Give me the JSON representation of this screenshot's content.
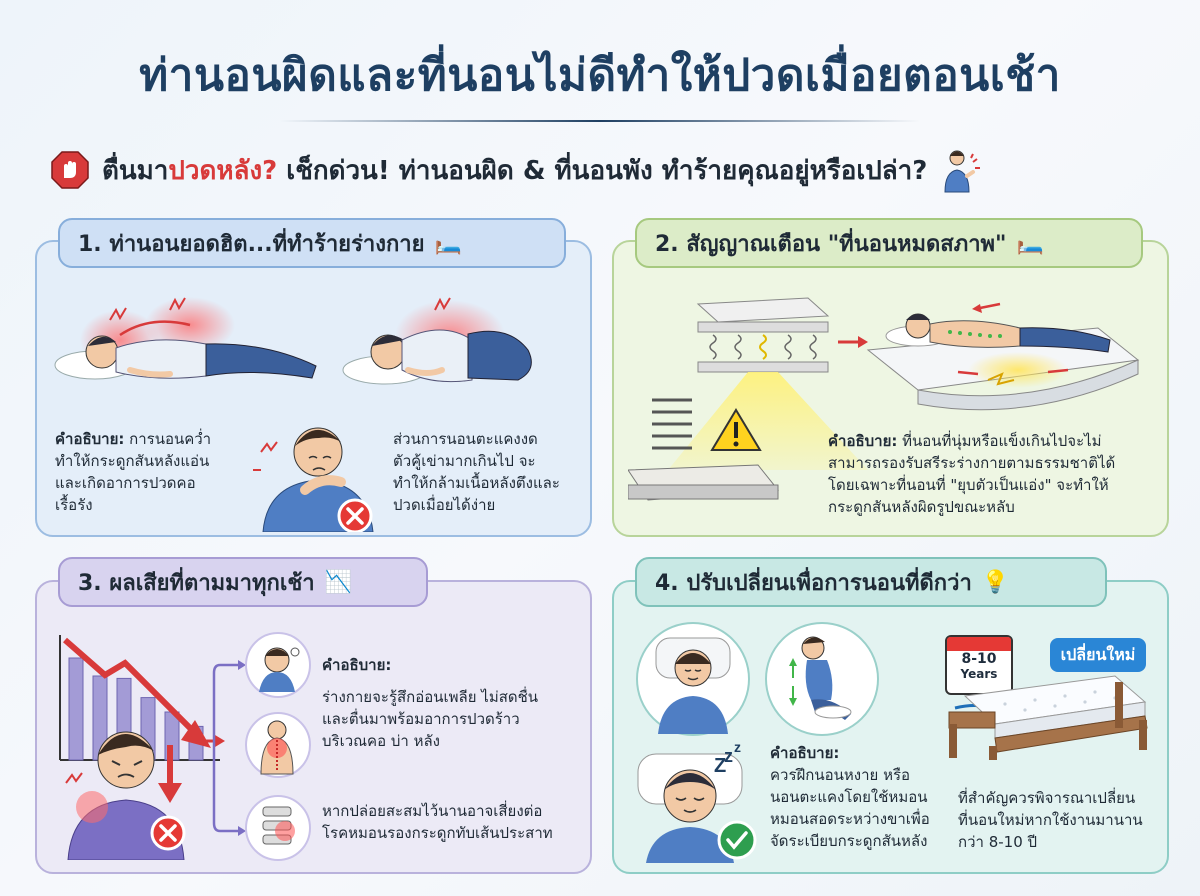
{
  "header": {
    "title": "ท่านอนผิดและที่นอนไม่ดีทำให้ปวดเมื่อยตอนเช้า",
    "subtitle_part1": "ตื่นมา",
    "subtitle_red": "ปวดหลัง?",
    "subtitle_part2": " เช็กด่วน! ท่านอนผิด & ที่นอนพัง ทำร้ายคุณอยู่หรือเปล่า?"
  },
  "section1": {
    "title": "1. ท่านอนยอดฮิต...ที่ทำร้ายร่างกาย",
    "emoji": "🛏️",
    "desc_label": "คำอธิบาย:",
    "desc_left": [
      " การนอนคว่ำ",
      "ทำให้กระดูกสันหลังแอ่น",
      "และเกิดอาการปวดคอ",
      "เรื้อรัง"
    ],
    "desc_right": [
      "ส่วนการนอนตะแคงงด",
      "ตัวคู้เข่ามากเกินไป จะ",
      "ทำให้กล้ามเนื้อหลังตึงและ",
      "ปวดเมื่อยได้ง่าย"
    ]
  },
  "section2": {
    "title": "2. สัญญาณเตือน \"ที่นอนหมดสภาพ\"",
    "emoji": "🛏️",
    "desc_label": "คำอธิบาย:",
    "desc_lines": [
      " ที่นอนที่นุ่มหรือแข็งเกินไปจะไม่",
      "สามารถรองรับสรีระร่างกายตามธรรมชาติได้",
      "โดยเฉพาะที่นอนที่ \"ยุบตัวเป็นแอ่ง\" จะทำให้",
      "กระดูกสันหลังผิดรูปขณะหลับ"
    ]
  },
  "section3": {
    "title": "3. ผลเสียที่ตามมาทุกเช้า",
    "emoji": "📉",
    "desc_label": "คำอธิบาย:",
    "desc_lines": [
      "ร่างกายจะรู้สึกอ่อนเพลีย ไม่สดชื่น",
      "และตื่นมาพร้อมอาการปวดร้าว",
      "บริเวณคอ บ่า หลัง"
    ],
    "desc_lines2": [
      "หากปล่อยสะสมไว้นานอาจเสี่ยงต่อ",
      "โรคหมอนรองกระดูกทับเส้นประสาท"
    ]
  },
  "section4": {
    "title": "4. ปรับเปลี่ยนเพื่อการนอนที่ดีกว่า",
    "emoji": "💡",
    "desc_label": "คำอธิบาย:",
    "desc_lines": [
      "ควรฝึกนอนหงาย หรือ",
      "นอนตะแคงโดยใช้หมอน",
      "หมอนสอดระหว่างขาเพื่อ",
      "จัดระเบียบกระดูกสันหลัง"
    ],
    "calendar_top": "8-10",
    "calendar_bottom": "Years",
    "badge": "เปลี่ยนใหม่",
    "note_lines": [
      "ที่สำคัญควรพิจารณาเปลี่ยน",
      "ที่นอนใหม่หากใช้งานมานาน",
      "กว่า 8-10 ปี"
    ]
  },
  "colors": {
    "title": "#1e3f62",
    "accent_red": "#d83a3a",
    "panel1": "#e4eef9",
    "panel2": "#eef6e3",
    "panel3": "#eceaf6",
    "panel4": "#e3f3f1"
  },
  "chart_data": {
    "type": "bar",
    "values": [
      85,
      70,
      68,
      52,
      40,
      28
    ],
    "ylim": [
      0,
      100
    ]
  }
}
